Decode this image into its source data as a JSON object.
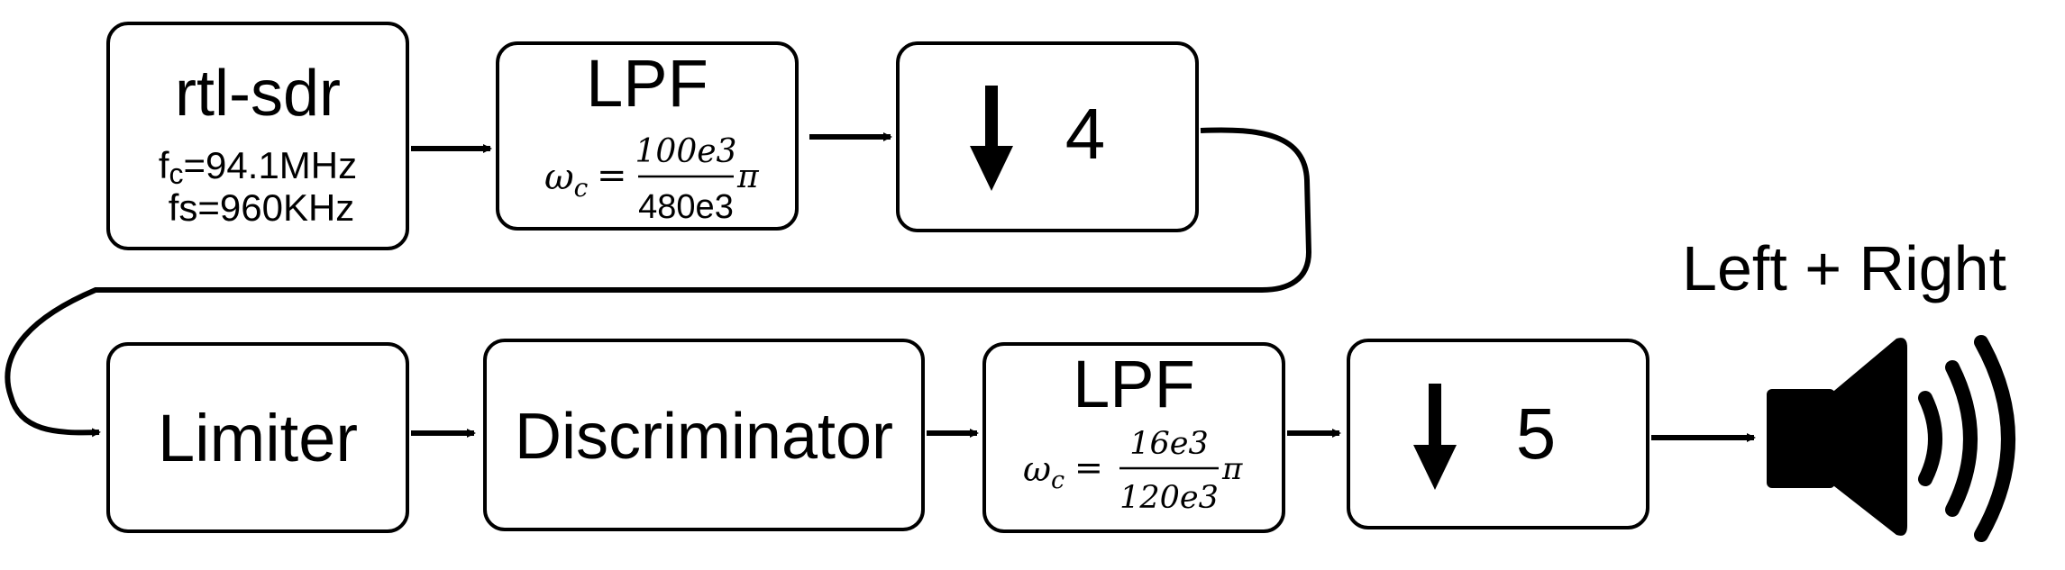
{
  "blocks": {
    "rtl_sdr": {
      "title": "rtl-sdr",
      "fc_prefix": "f",
      "fc_sub": "c",
      "fc_value": "=94.1MHz",
      "fs_line": "fs=960KHz"
    },
    "lpf1": {
      "title": "LPF",
      "omega": "ω",
      "omega_sub": "c",
      "equals": "=",
      "numerator": "100e3",
      "denominator": "480e3",
      "pi": "π"
    },
    "decim1": {
      "factor": "4"
    },
    "limiter": {
      "title": "Limiter"
    },
    "discriminator": {
      "title": "Discriminator"
    },
    "lpf2": {
      "title": "LPF",
      "omega": "ω",
      "omega_sub": "c",
      "equals": "=",
      "numerator": "16e3",
      "denominator": "120e3",
      "pi": "π"
    },
    "decim2": {
      "factor": "5"
    }
  },
  "output": {
    "label": "Left + Right",
    "icon": "speaker-icon"
  }
}
